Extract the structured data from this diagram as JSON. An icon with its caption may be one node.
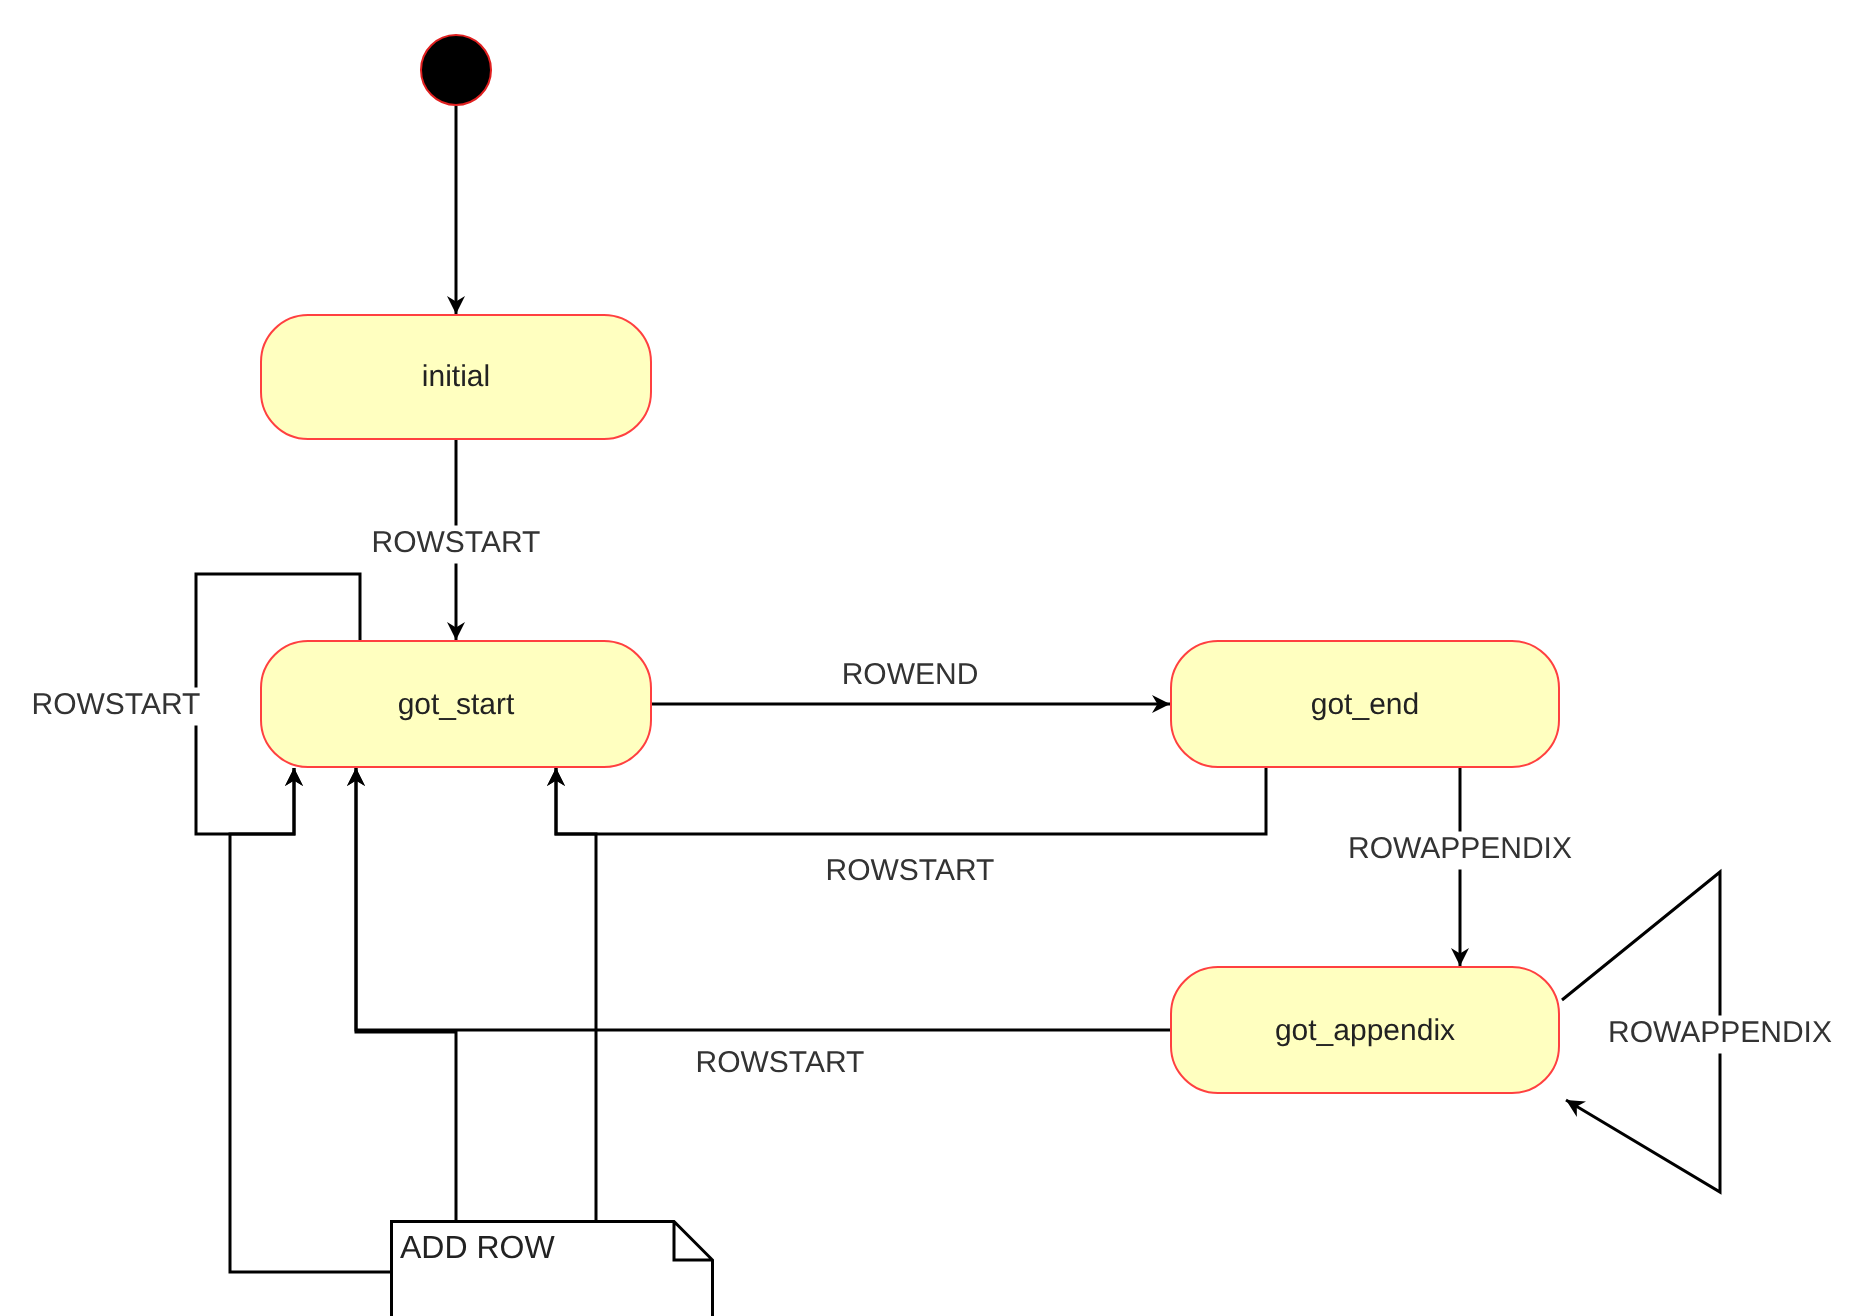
{
  "diagram": {
    "nodes": [
      {
        "text": [],
        "shape": "circle"
      },
      {
        "text": [
          "initial"
        ]
      },
      {
        "text": [
          "got_start"
        ]
      },
      {
        "text": [
          "got_end"
        ]
      },
      {
        "text": [
          "got_appendix"
        ]
      },
      {
        "text": [
          "ADD ROW"
        ]
      }
    ],
    "edges": [
      {
        "from": 0,
        "to": 1,
        "arrow": "to"
      },
      {
        "from": 1,
        "to": 2,
        "arrow": "to",
        "label": "ROWSTART"
      },
      {
        "from": 2,
        "to": 2,
        "arrow": "to",
        "label": "ROWSTART"
      },
      {
        "from": 2,
        "to": 3,
        "arrow": "to",
        "label": "ROWEND"
      },
      {
        "from": 3,
        "to": 2,
        "arrow": "to",
        "label": "ROWSTART"
      },
      {
        "from": 3,
        "to": 4,
        "arrow": "to",
        "label": "ROWAPPENDIX"
      },
      {
        "from": 4,
        "to": 4,
        "arrow": "to",
        "label": "ROWAPPENDIX"
      },
      {
        "from": 4,
        "to": 2,
        "arrow": "to",
        "label": "ROWSTART"
      },
      {
        "from": 5,
        "to": 2,
        "arrow": "to"
      },
      {
        "from": 5,
        "to": 2,
        "arrow": "to"
      },
      {
        "from": 5,
        "to": 2,
        "arrow": "to"
      }
    ]
  }
}
